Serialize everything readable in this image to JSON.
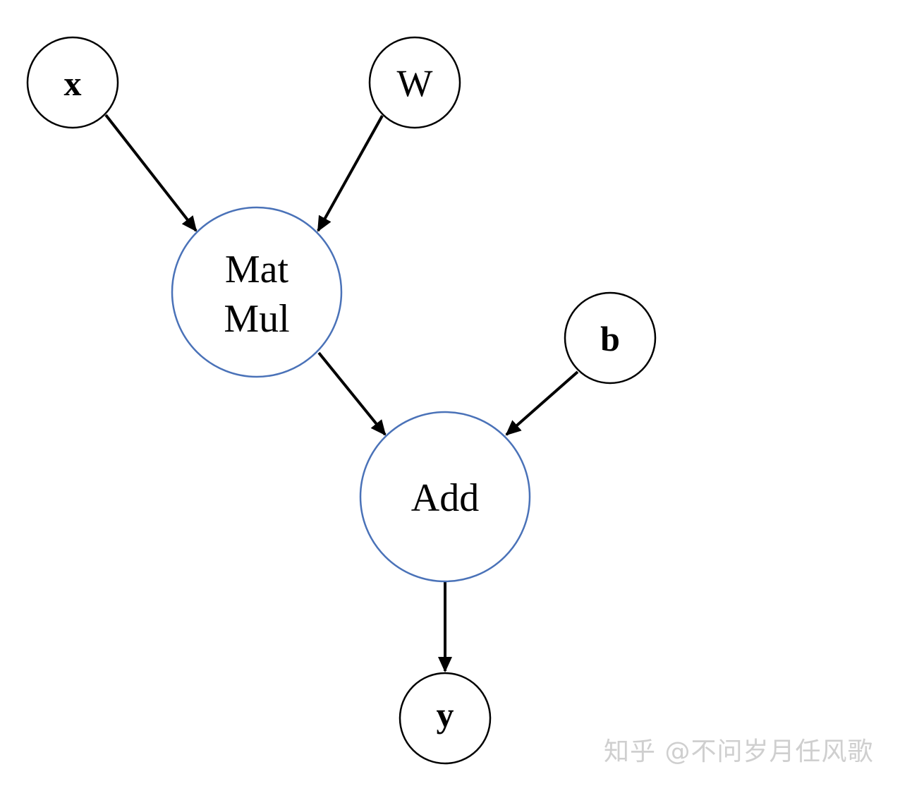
{
  "diagram": {
    "nodes": {
      "x": {
        "label": "x",
        "kind": "input",
        "style": "bold"
      },
      "W": {
        "label": "W",
        "kind": "input",
        "style": "regular"
      },
      "matmul": {
        "label_line1": "Mat",
        "label_line2": "Mul",
        "kind": "operation"
      },
      "b": {
        "label": "b",
        "kind": "input",
        "style": "bold"
      },
      "add": {
        "label": "Add",
        "kind": "operation"
      },
      "y": {
        "label": "y",
        "kind": "output",
        "style": "bold"
      }
    },
    "edges": [
      {
        "from": "x",
        "to": "matmul"
      },
      {
        "from": "W",
        "to": "matmul"
      },
      {
        "from": "matmul",
        "to": "add"
      },
      {
        "from": "b",
        "to": "add"
      },
      {
        "from": "add",
        "to": "y"
      }
    ],
    "colors": {
      "input_node_stroke": "#000000",
      "operation_node_stroke": "#4a72b8",
      "edge": "#000000",
      "watermark": "#cfcfcf"
    }
  },
  "watermark": {
    "text": "知乎 @不问岁月任风歌"
  }
}
